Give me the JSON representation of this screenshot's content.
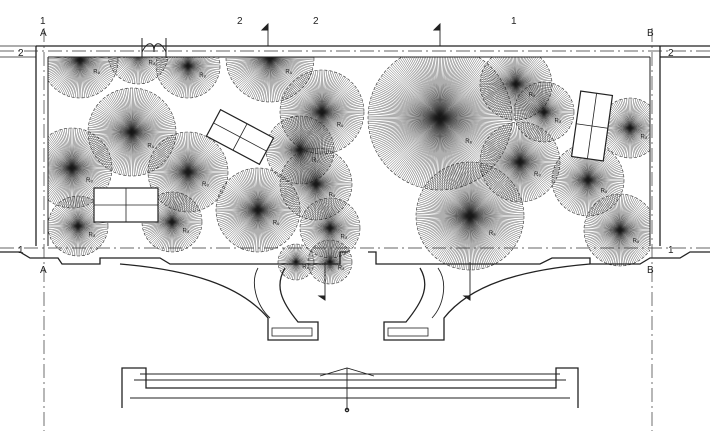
{
  "grid_labels": {
    "top_1": "1",
    "top_2a": "2",
    "top_2b": "2",
    "top_1b": "1",
    "axis_A_top": "A",
    "axis_B_top": "B",
    "left_2": "2",
    "right_2": "2",
    "left_1": "1",
    "right_1": "1",
    "axis_A_bottom": "A",
    "axis_B_bottom": "B"
  },
  "sprinkler_label": "R₈",
  "colors": {
    "line": "#222222",
    "fan": "#1a1a1a",
    "background": "#ffffff"
  }
}
